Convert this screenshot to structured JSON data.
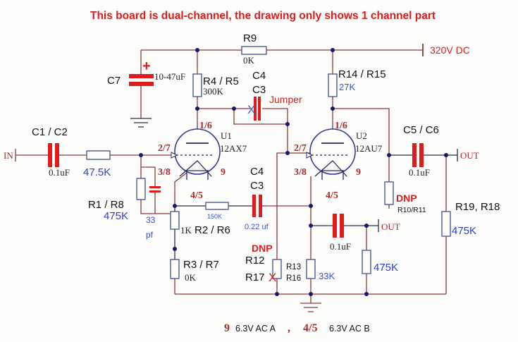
{
  "title": "This board is dual-channel, the drawing only shows 1 channel part",
  "supply": {
    "label": "320V DC"
  },
  "io": {
    "input": "IN",
    "output_main": "OUT",
    "output_cathode": "OUT"
  },
  "tubes": [
    {
      "ref": "U1",
      "type": "12AX7",
      "plate_pin": "1/6",
      "grid_pin": "2/7",
      "cathode_pin": "3/8",
      "heater_a": "9",
      "heater_b": "4/5"
    },
    {
      "ref": "U2",
      "type": "12AU7",
      "plate_pin": "1/6",
      "grid_pin": "2/7",
      "cathode_pin": "3/8",
      "heater_a": "9",
      "heater_b": "4/5"
    }
  ],
  "components": {
    "r9": {
      "ref": "R9",
      "value": "0K"
    },
    "c7": {
      "ref": "C7",
      "value": "10-47uF",
      "polarity": "+"
    },
    "r4": {
      "ref": "R4 / R5",
      "value": "300K"
    },
    "c3_jumper": {
      "ref1": "C4",
      "ref2": "C3",
      "note": "Jumper",
      "mark": "X"
    },
    "c1": {
      "ref": "C1 / C2",
      "value": "0.1uF"
    },
    "r_in": {
      "value": "47.5K"
    },
    "r1": {
      "ref": "R1 / R8",
      "value": "475K"
    },
    "c_33": {
      "value1": "33",
      "value2": "pf"
    },
    "r_150": {
      "value": "150K"
    },
    "c4": {
      "ref1": "C4",
      "ref2": "C3",
      "value": "0.22 uf"
    },
    "r2": {
      "ref": "R2 / R6",
      "value": "1K"
    },
    "r3": {
      "ref": "R3 / R7",
      "value": "0K"
    },
    "r12": {
      "note": "DNP",
      "ref1": "R12",
      "ref2": "R17",
      "mark": "X"
    },
    "r13": {
      "ref1": "R13",
      "ref2": "R16",
      "value": "33K"
    },
    "r14": {
      "ref": "R14 / R15",
      "value": "27K"
    },
    "c5": {
      "ref": "C5 / C6",
      "value": "0.1uF"
    },
    "r10": {
      "note": "DNP",
      "ref": "R10/R11"
    },
    "r19": {
      "ref": "R19, R18",
      "value": "475K"
    },
    "c_out2": {
      "value": "0.1uF"
    },
    "r_out2": {
      "value": "475K"
    }
  },
  "heater_note": {
    "pin_a": "9",
    "text_a": "6.3V AC A",
    "sep": ",",
    "pin_b": "4/5",
    "text_b": "6.3V AC B"
  }
}
